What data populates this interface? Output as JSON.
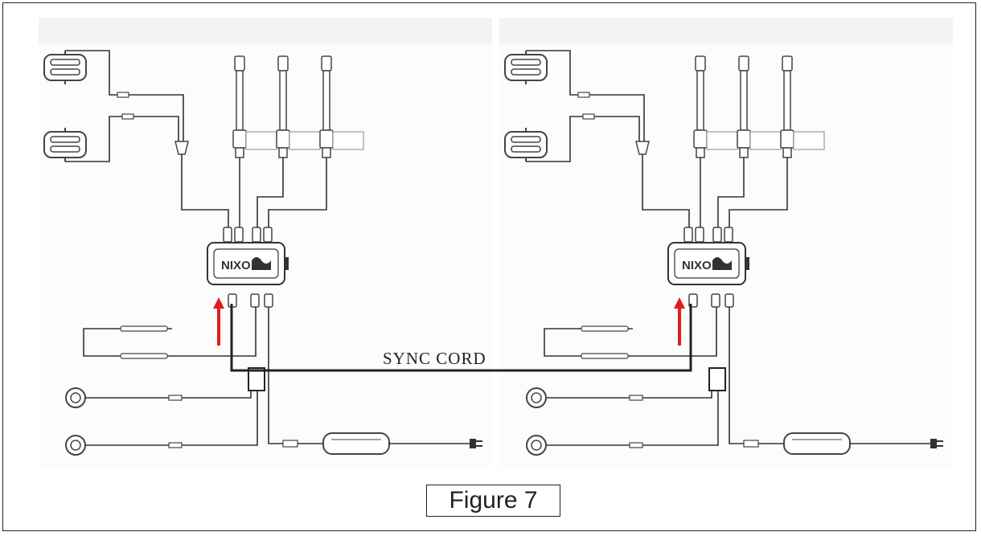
{
  "diagram": {
    "sync_label": "SYNC CORD",
    "caption": "Figure 7",
    "hub_logo_text": "NIXO",
    "colors": {
      "arrow": "#e11d1d",
      "line": "#333333",
      "panel": "#f3f3f3",
      "device": "#444444"
    }
  }
}
